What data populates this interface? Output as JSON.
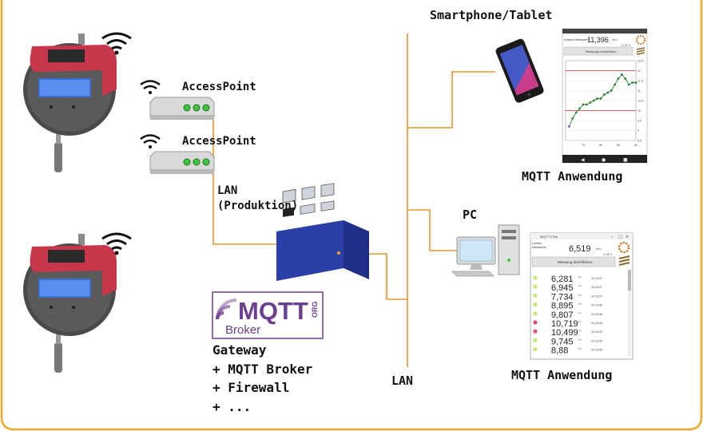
{
  "labels": {
    "smartphone_tablet": "Smartphone/Tablet",
    "access_point_1": "AccessPoint",
    "access_point_2": "AccessPoint",
    "lan_production_line1": "LAN",
    "lan_production_line2": "(Produktion)",
    "pc": "PC",
    "mqtt_app_phone": "MQTT Anwendung",
    "mqtt_app_pc": "MQTT Anwendung",
    "gateway": [
      "Gateway",
      "+ MQTT Broker",
      "+ Firewall",
      "+ ..."
    ],
    "lan_bottom": "LAN"
  },
  "mqtt_logo": {
    "text": "MQTT",
    "org": "ORG",
    "broker": "Broker"
  },
  "phone_app": {
    "label": "Letzter Messwert:",
    "value": "11,396",
    "unit": "mm",
    "voltage": "3,35 V",
    "button": "Messung durchführen",
    "y_ticks": [
      "12,5",
      "12",
      "11,5",
      "11",
      "10,5",
      "10",
      "9,5",
      "9",
      "8,5"
    ],
    "x_ticks": [
      "75",
      "80",
      "85",
      "90"
    ]
  },
  "phone_chart_data": {
    "type": "line",
    "x": [
      71,
      72,
      73,
      74,
      75,
      76,
      77,
      78,
      79,
      80,
      81,
      82,
      83,
      84,
      85,
      86,
      87,
      88,
      89,
      90
    ],
    "y": [
      9.2,
      9.6,
      9.9,
      10.1,
      10.3,
      10.3,
      10.4,
      10.5,
      10.6,
      10.6,
      10.8,
      10.9,
      11.0,
      11.3,
      11.6,
      11.8,
      11.6,
      11.3,
      11.4,
      11.4
    ],
    "xlim": [
      70,
      90
    ],
    "ylim": [
      8.5,
      12.5
    ],
    "limit_lines": [
      10,
      12
    ]
  },
  "pc_app": {
    "title": "MQTT 2 File",
    "label_line1": "Letzter",
    "label_line2": "Messwert:",
    "value": "6,519",
    "unit": "mm",
    "voltage": "3,35 V",
    "button": "Messung durchführen",
    "rows": [
      {
        "value": "6,281",
        "time": "20:15:07",
        "dot": "#c9e87a"
      },
      {
        "value": "6,945",
        "time": "20:15:07",
        "dot": "#c9e87a"
      },
      {
        "value": "7,734",
        "time": "20:15:07",
        "dot": "#c9e87a"
      },
      {
        "value": "8,895",
        "time": "20:15:08",
        "dot": "#c9e87a"
      },
      {
        "value": "9,807",
        "time": "20:15:08",
        "dot": "#c9e87a"
      },
      {
        "value": "10,719",
        "time": "20:15:08",
        "dot": "#e0507a"
      },
      {
        "value": "10,499",
        "time": "20:15:09",
        "dot": "#e0507a"
      },
      {
        "value": "9,745",
        "time": "20:15:09",
        "dot": "#c9e87a"
      },
      {
        "value": "8,88",
        "time": "20:15:09",
        "dot": "#c9e87a"
      }
    ]
  },
  "colors": {
    "frame": "#f0a830",
    "line": "#e8952a",
    "gauge_red": "#c7364a",
    "gateway_blue": "#2a3fa8",
    "mqtt_purple": "#6b3f8f"
  }
}
